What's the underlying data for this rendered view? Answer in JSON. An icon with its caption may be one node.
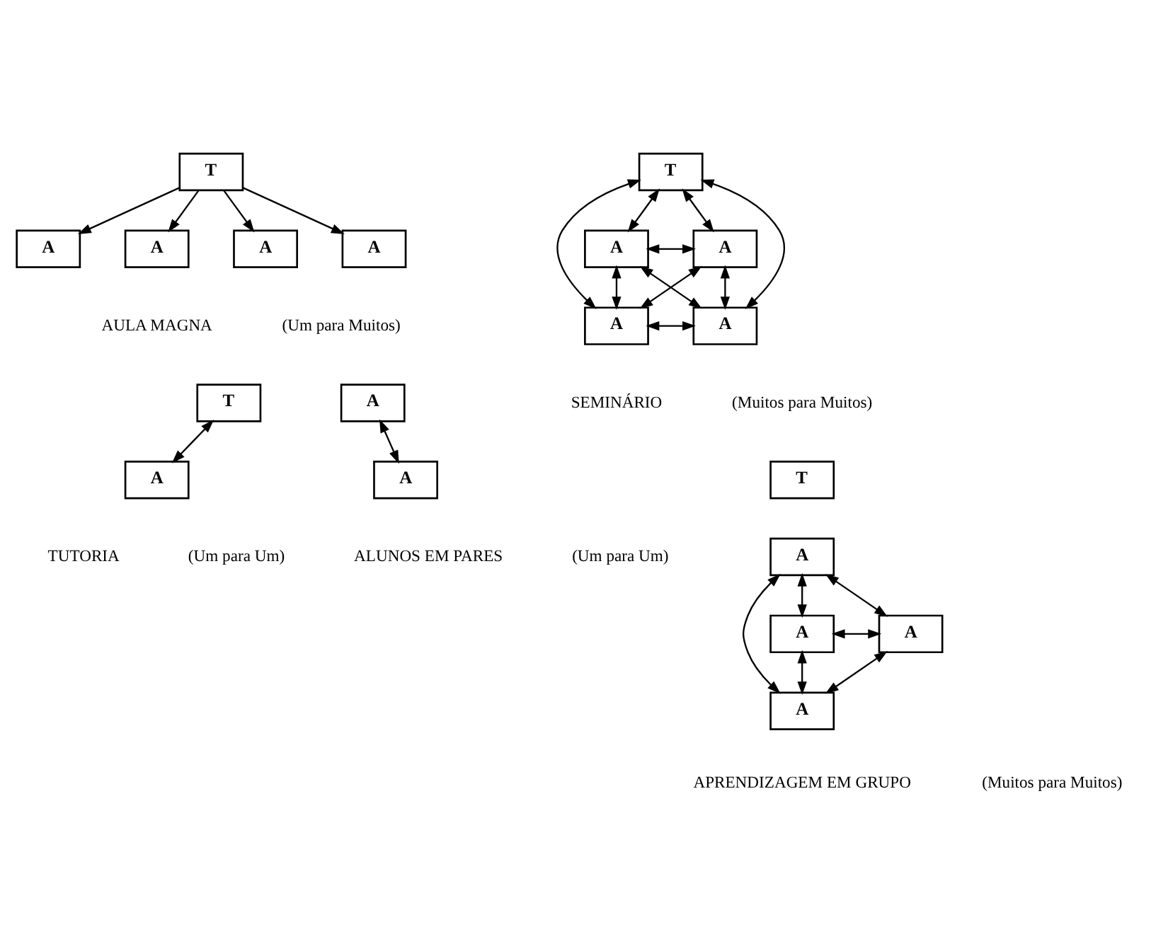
{
  "diagram": {
    "nodes": [
      {
        "text": [
          "T"
        ]
      },
      {
        "text": [
          "A"
        ]
      },
      {
        "text": [
          "A"
        ]
      },
      {
        "text": [
          "A"
        ]
      },
      {
        "text": [
          "A"
        ]
      },
      {
        "text": [
          "T"
        ]
      },
      {
        "text": [
          "A"
        ]
      },
      {
        "text": [
          "A"
        ]
      },
      {
        "text": [
          "A"
        ]
      },
      {
        "text": [
          "A"
        ]
      },
      {
        "text": [
          "T"
        ]
      },
      {
        "text": [
          "A"
        ]
      },
      {
        "text": [
          "A"
        ]
      },
      {
        "text": [
          "A"
        ]
      },
      {
        "text": [
          "T"
        ]
      },
      {
        "text": [
          "A"
        ]
      },
      {
        "text": [
          "A"
        ]
      },
      {
        "text": [
          "A"
        ]
      },
      {
        "text": [
          "A"
        ]
      }
    ],
    "edges": [
      {
        "from": 0,
        "to": 1,
        "arrow": "to"
      },
      {
        "from": 0,
        "to": 2,
        "arrow": "to"
      },
      {
        "from": 0,
        "to": 3,
        "arrow": "to"
      },
      {
        "from": 0,
        "to": 4,
        "arrow": "to"
      },
      {
        "from": 5,
        "to": 6,
        "arrow": "both"
      },
      {
        "from": 5,
        "to": 7,
        "arrow": "both"
      },
      {
        "from": 5,
        "to": 8,
        "arrow": "both"
      },
      {
        "from": 5,
        "to": 9,
        "arrow": "both"
      },
      {
        "from": 6,
        "to": 7,
        "arrow": "both"
      },
      {
        "from": 6,
        "to": 8,
        "arrow": "both"
      },
      {
        "from": 6,
        "to": 9,
        "arrow": "both"
      },
      {
        "from": 7,
        "to": 8,
        "arrow": "both"
      },
      {
        "from": 7,
        "to": 9,
        "arrow": "both"
      },
      {
        "from": 8,
        "to": 9,
        "arrow": "both"
      },
      {
        "from": 10,
        "to": 11,
        "arrow": "both"
      },
      {
        "from": 12,
        "to": 13,
        "arrow": "both"
      },
      {
        "from": 15,
        "to": 16,
        "arrow": "both"
      },
      {
        "from": 15,
        "to": 17,
        "arrow": "both"
      },
      {
        "from": 15,
        "to": 18,
        "arrow": "both"
      },
      {
        "from": 16,
        "to": 17,
        "arrow": "both"
      },
      {
        "from": 16,
        "to": 18,
        "arrow": "both"
      },
      {
        "from": 17,
        "to": 18,
        "arrow": "both"
      }
    ],
    "labels": [
      "AULA MAGNA",
      "(Um para Muitos)",
      "SEMINÁRIO",
      "(Muitos para Muitos)",
      "TUTORIA",
      "(Um para Um)",
      "ALUNOS EM PARES",
      "(Um para Um)",
      "APRENDIZAGEM EM GRUPO",
      "(Muitos para Muitos)"
    ]
  }
}
